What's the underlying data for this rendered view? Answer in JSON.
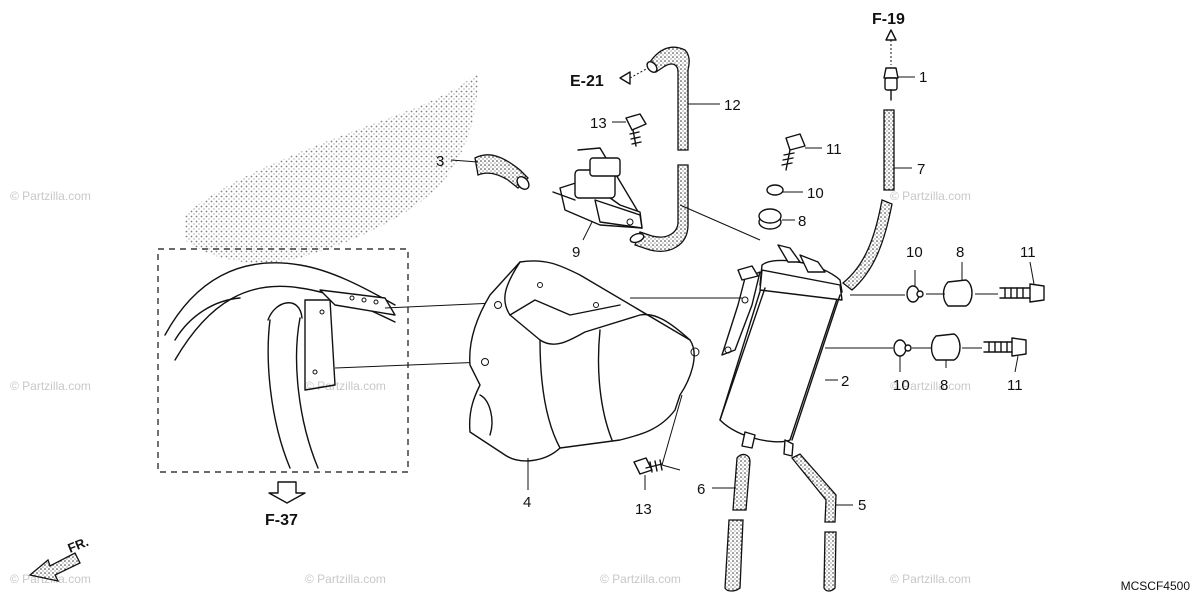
{
  "diagram": {
    "watermark": "© Partzilla.com",
    "diagram_code": "MCSCF4500",
    "references": {
      "f19": "F-19",
      "e21": "E-21",
      "f37": "F-37",
      "fr": "FR."
    },
    "part_labels": [
      {
        "id": "p1",
        "text": "1"
      },
      {
        "id": "p2",
        "text": "2"
      },
      {
        "id": "p3",
        "text": "3"
      },
      {
        "id": "p4",
        "text": "4"
      },
      {
        "id": "p5",
        "text": "5"
      },
      {
        "id": "p6",
        "text": "6"
      },
      {
        "id": "p7",
        "text": "7"
      },
      {
        "id": "p8a",
        "text": "8"
      },
      {
        "id": "p8b",
        "text": "8"
      },
      {
        "id": "p8c",
        "text": "8"
      },
      {
        "id": "p9",
        "text": "9"
      },
      {
        "id": "p10a",
        "text": "10"
      },
      {
        "id": "p10b",
        "text": "10"
      },
      {
        "id": "p10c",
        "text": "10"
      },
      {
        "id": "p11a",
        "text": "11"
      },
      {
        "id": "p11b",
        "text": "11"
      },
      {
        "id": "p11c",
        "text": "11"
      },
      {
        "id": "p12",
        "text": "12"
      },
      {
        "id": "p13a",
        "text": "13"
      },
      {
        "id": "p13b",
        "text": "13"
      }
    ]
  }
}
